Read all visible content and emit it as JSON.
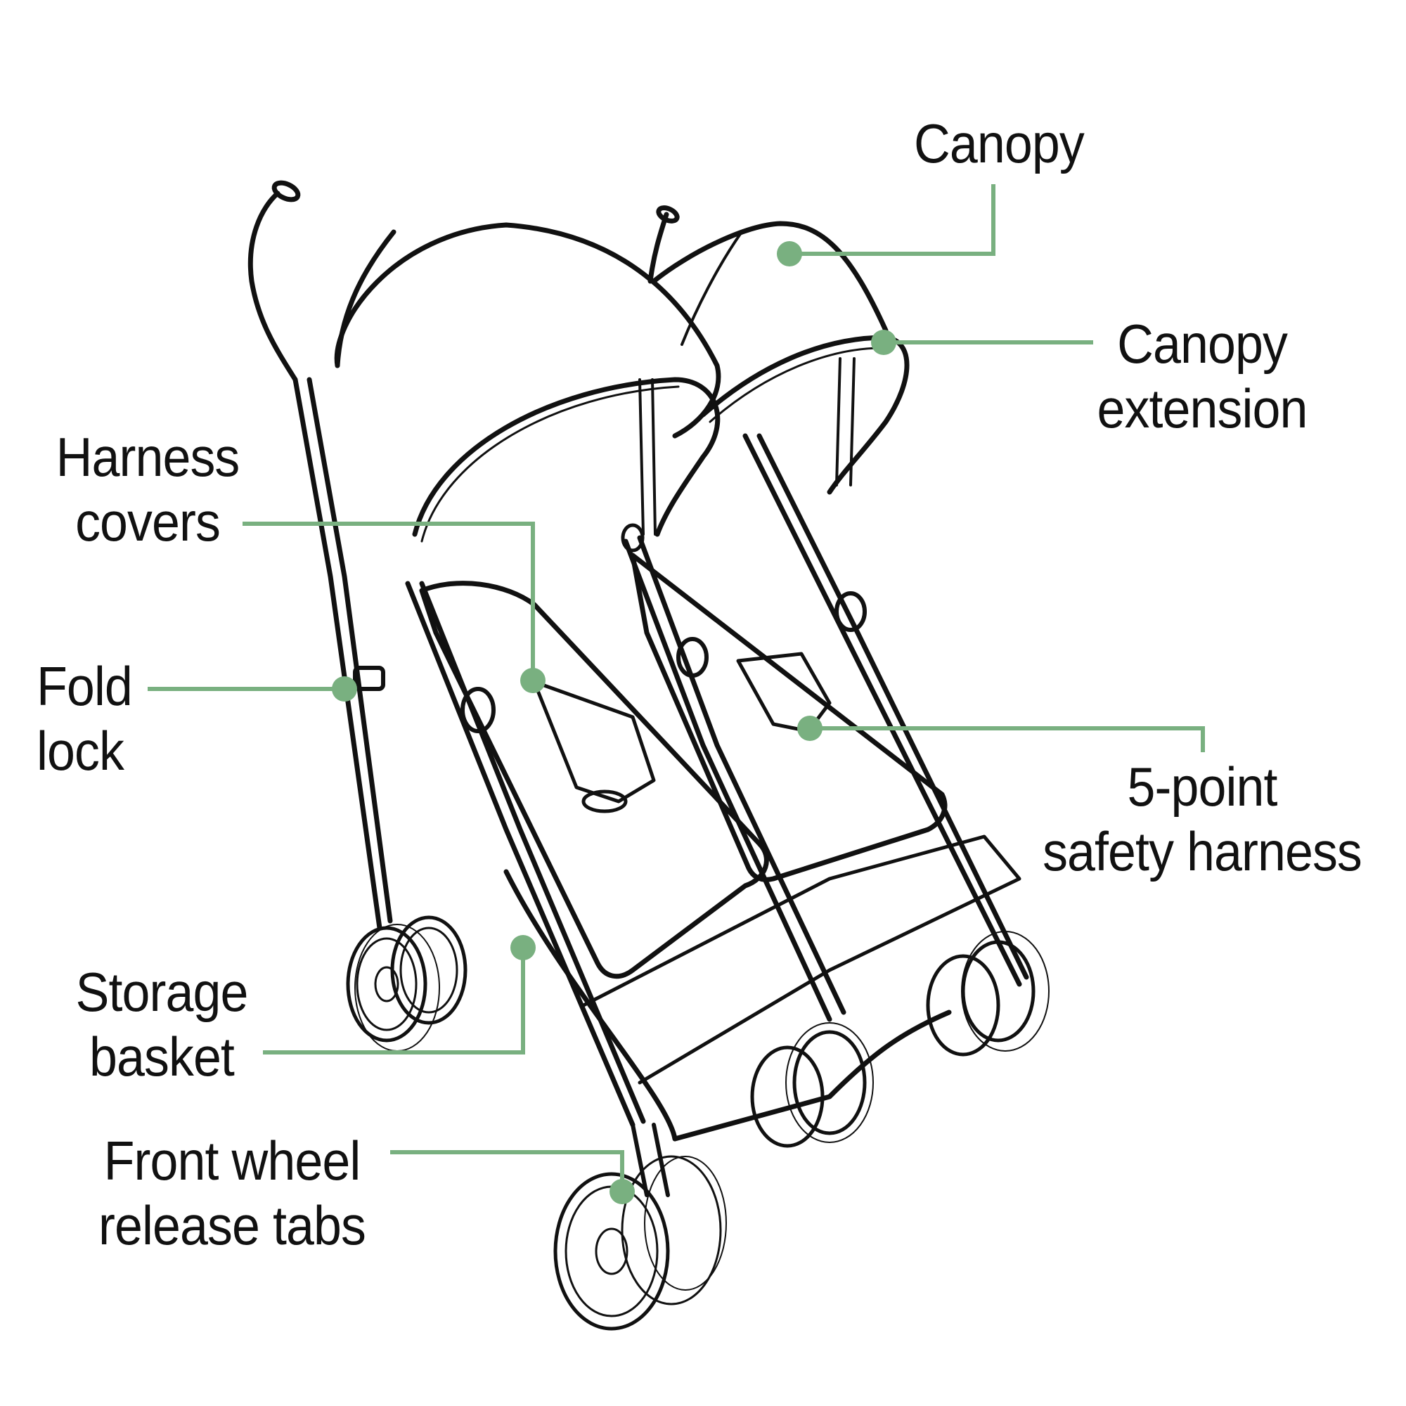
{
  "diagram": {
    "subject": "Double umbrella stroller",
    "accent_color": "#79B080",
    "line_color": "#111111",
    "background": "#FFFFFF"
  },
  "callouts": [
    {
      "id": "canopy",
      "lines": [
        "Canopy"
      ]
    },
    {
      "id": "canopy-extension",
      "lines": [
        "Canopy",
        "extension"
      ]
    },
    {
      "id": "harness-covers",
      "lines": [
        "Harness",
        "covers"
      ]
    },
    {
      "id": "fold-lock",
      "lines": [
        "Fold",
        "lock"
      ]
    },
    {
      "id": "five-point-harness",
      "lines": [
        "5-point",
        "safety harness"
      ]
    },
    {
      "id": "storage-basket",
      "lines": [
        "Storage",
        "basket"
      ]
    },
    {
      "id": "front-wheel-release-tabs",
      "lines": [
        "Front wheel",
        "release tabs"
      ]
    }
  ]
}
